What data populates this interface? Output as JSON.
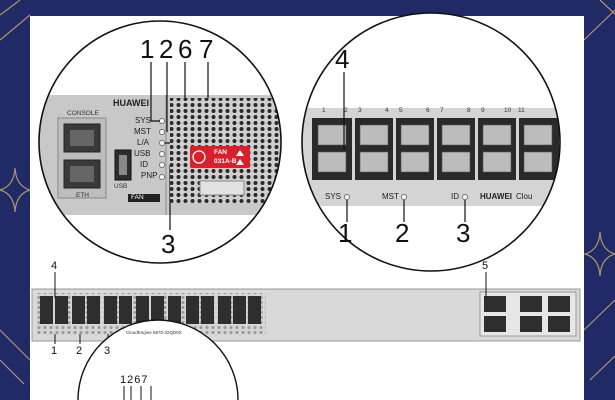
{
  "colors": {
    "background": "#1f2a66",
    "ornament": "#c9a86a",
    "fan_badge": "#d8202a",
    "panel": "#c9c9c9"
  },
  "left_zoom": {
    "brand": "HUAWEI",
    "console_label": "CONSOLE",
    "eth_label": "ETH",
    "usb_label": "USB",
    "leds": [
      "SYS",
      "MST",
      "L/A",
      "USB",
      "ID",
      "PNP"
    ],
    "fan_text_1": "FAN",
    "fan_text_2": "031A-B",
    "fan_module_label": "FAN",
    "callouts_top": [
      "1",
      "2",
      "6",
      "7"
    ],
    "callout_bottom": "3"
  },
  "right_zoom": {
    "callout_top": "4",
    "port_numbers": [
      "1",
      "3",
      "5",
      "7",
      "9",
      "11"
    ],
    "port_numbers_b": [
      "2",
      "4",
      "6",
      "8",
      "10"
    ],
    "leds": [
      "SYS",
      "MST",
      "ID"
    ],
    "brand": "HUAWEI",
    "brand_suffix": "Clou",
    "callouts_bottom": [
      "1",
      "2",
      "3"
    ]
  },
  "front_panel": {
    "callout_left_top": "4",
    "callout_right_top": "5",
    "callouts_bottom": [
      "1",
      "2",
      "3"
    ],
    "model_text": "CloudEngine 6870-32QD8X"
  },
  "bottom_zoom": {
    "callouts_top": "1267"
  }
}
